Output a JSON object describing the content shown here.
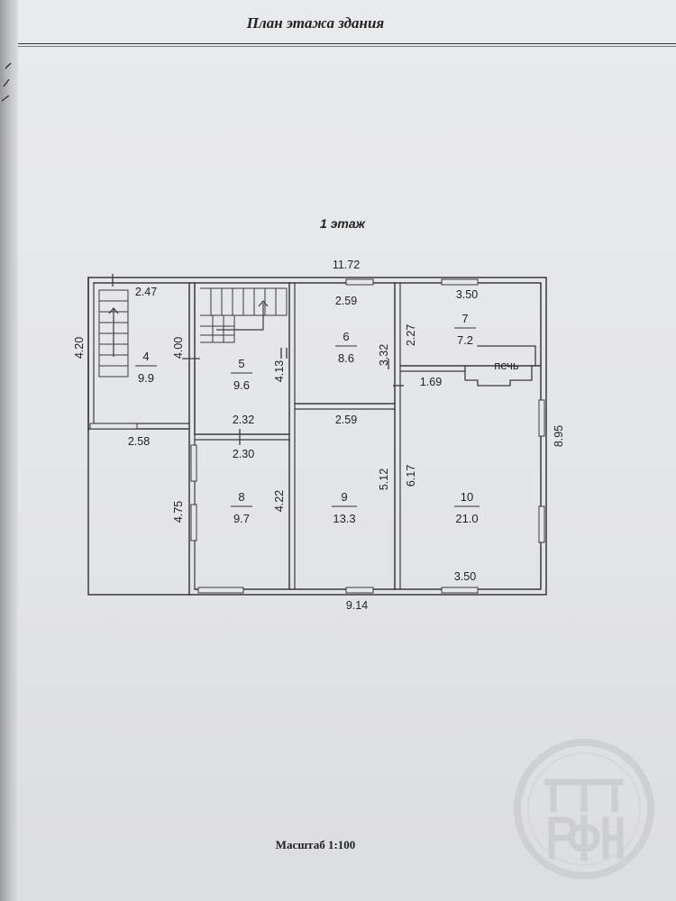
{
  "header": {
    "title": "План этажа здания"
  },
  "floor": {
    "label": "1 этаж"
  },
  "footer": {
    "scale": "Масштаб 1:100"
  },
  "rooms": [
    {
      "number": "4",
      "area": "9.9"
    },
    {
      "number": "5",
      "area": "9.6"
    },
    {
      "number": "6",
      "area": "8.6"
    },
    {
      "number": "7",
      "area": "7.2"
    },
    {
      "number": "8",
      "area": "9.7"
    },
    {
      "number": "9",
      "area": "13.3"
    },
    {
      "number": "10",
      "area": "21.0"
    }
  ],
  "stove": {
    "label": "печь"
  },
  "dimensions": {
    "overall_top": "11.72",
    "overall_bottom": "9.14",
    "overall_right": "8.95",
    "left_height": "4.20",
    "room4_width": "2.47",
    "room4_bottom": "2.58",
    "room4_height": "4.00",
    "room5_bottom": "2.32",
    "room5_height": "4.13",
    "room8_width": "2.30",
    "room8_outer_height": "4.75",
    "room8_height": "4.22",
    "room6_width": "2.59",
    "room6_height": "3.32",
    "room9_width": "2.59",
    "room9_height": "5.12",
    "room7_width": "3.50",
    "room7_height": "2.27",
    "room10_top": "1.69",
    "room10_height": "6.17",
    "room10_bottom": "3.50"
  },
  "colors": {
    "wall": "#3a3a3a",
    "paper": "#e6e7ea",
    "seal": "#d8d9dc"
  }
}
